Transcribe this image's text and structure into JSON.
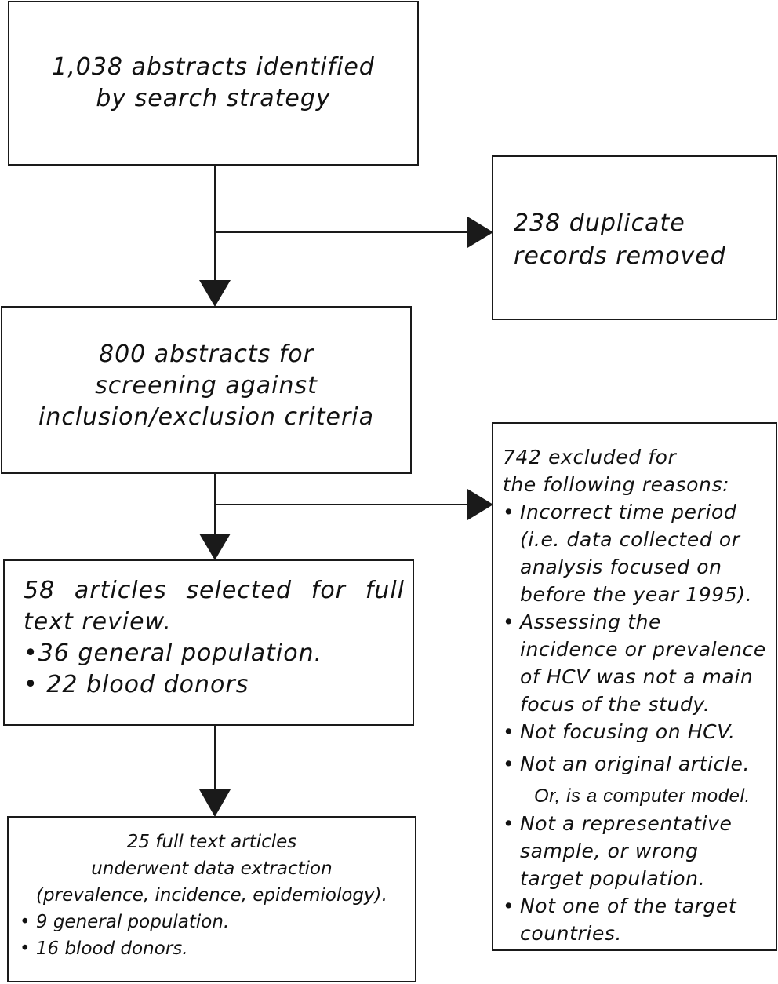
{
  "diagram": {
    "search_box": {
      "lines": [
        "1,038 abstracts identified",
        "by search strategy"
      ]
    },
    "duplicates_box": {
      "lines": [
        "238 duplicate",
        "records removed"
      ]
    },
    "screening_box": {
      "lines": [
        "800 abstracts for",
        "screening against",
        "inclusion/exclusion criteria"
      ]
    },
    "fulltext_box": {
      "first_line_words": [
        "58",
        "articles",
        "selected",
        "for",
        "full"
      ],
      "lines": [
        "text review.",
        "•36 general population.",
        "• 22 blood donors"
      ]
    },
    "extraction_box": {
      "lines": [
        "25 full text articles",
        "underwent data extraction",
        "(prevalence, incidence, epidemiology)."
      ],
      "bullets": [
        "• 9 general population.",
        "• 16 blood donors."
      ]
    },
    "excluded_box": {
      "heading": [
        "742 excluded for",
        "the following reasons:"
      ],
      "bullet_symbol": "•",
      "reasons": [
        [
          "Incorrect time period",
          "(i.e. data collected or",
          "analysis focused on",
          "before the year 1995)."
        ],
        [
          "Assessing  the",
          "incidence or prevalence",
          "of HCV was not a main",
          "focus of the study."
        ],
        [
          "Not focusing on HCV."
        ],
        [
          "Not an original article."
        ],
        [
          "Not a representative",
          "sample, or wrong",
          "target population."
        ],
        [
          "Not one of the target",
          "countries."
        ]
      ],
      "note": "Or, is a computer model."
    }
  }
}
